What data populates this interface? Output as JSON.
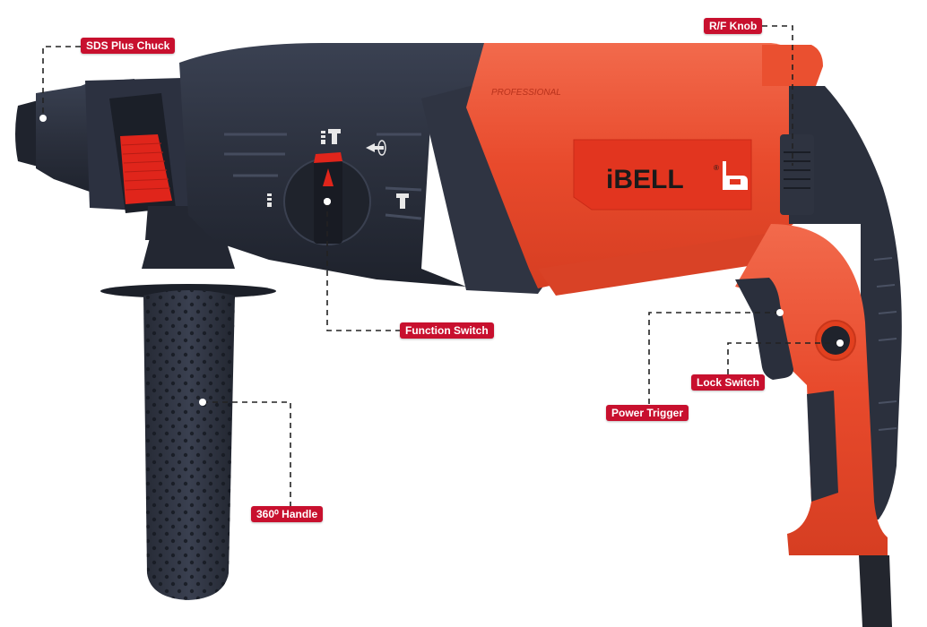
{
  "product": {
    "brand": "iBELL",
    "trademark": "®",
    "series_text": "PROFESSIONAL",
    "type": "rotary hammer drill",
    "colors": {
      "body_orange": "#e84a2c",
      "body_orange_light": "#f26447",
      "body_dark": "#2a2f3c",
      "body_dark_mid": "#353b4a",
      "accent_red": "#e0251b",
      "label_bg": "#c8102e",
      "label_text": "#ffffff",
      "leader_line": "#222222"
    }
  },
  "callouts": [
    {
      "id": "sds-plus-chuck",
      "label": "SDS Plus Chuck"
    },
    {
      "id": "rf-knob",
      "label": "R/F Knob"
    },
    {
      "id": "function-switch",
      "label": "Function Switch"
    },
    {
      "id": "lock-switch",
      "label": "Lock Switch"
    },
    {
      "id": "power-trigger",
      "label": "Power Trigger"
    },
    {
      "id": "handle-360",
      "label": "360⁰ Handle"
    }
  ],
  "function_switch_icons": [
    "hammer-drill-icon",
    "rotation-stop-icon",
    "drill-only-icon",
    "chisel-icon"
  ]
}
